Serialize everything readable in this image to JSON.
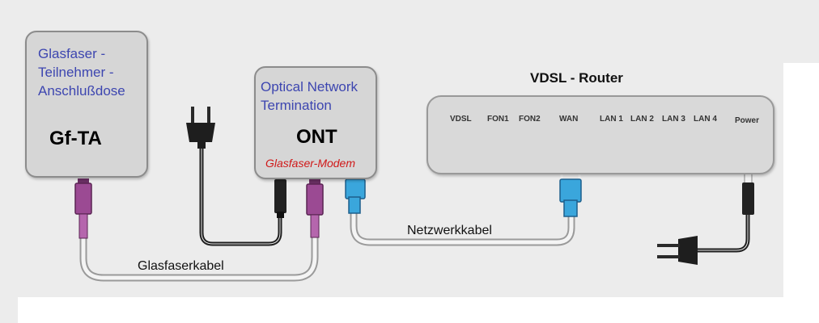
{
  "gfta": {
    "title_line1": "Glasfaser -",
    "title_line2": "Teilnehmer -",
    "title_line3": "Anschlußdose",
    "name": "Gf-TA"
  },
  "ont": {
    "title_line1": "Optical Network",
    "title_line2": "Termination",
    "name": "ONT",
    "subtitle": "Glasfaser-Modem"
  },
  "router": {
    "title": "VDSL - Router",
    "ports": {
      "vdsl": "VDSL",
      "fon1": "FON1",
      "fon2": "FON2",
      "wan": "WAN",
      "lan1": "LAN 1",
      "lan2": "LAN 2",
      "lan3": "LAN 3",
      "lan4": "LAN 4",
      "power": "Power"
    }
  },
  "cables": {
    "fiber": "Glasfaserkabel",
    "network": "Netzwerkkabel"
  },
  "colors": {
    "label_blue": "#3d46b0",
    "subtitle_red": "#d01818",
    "fiber_plug": "#9b4a93",
    "lan_yellow": "#f5c518",
    "wan_blue": "#3aa6dc"
  }
}
